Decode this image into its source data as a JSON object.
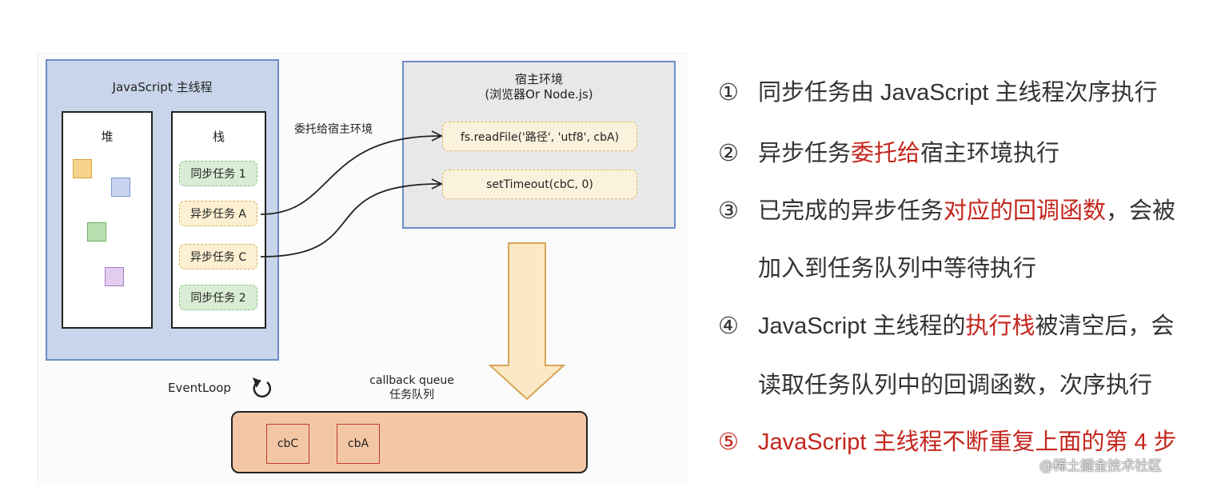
{
  "diagram": {
    "main_thread_title": "JavaScript 主线程",
    "heap_title": "堆",
    "stack_title": "栈",
    "stack_tasks": [
      "同步任务 1",
      "异步任务 A",
      "异步任务 C",
      "同步任务 2"
    ],
    "host_title_line1": "宿主环境",
    "host_title_line2": "(浏览器Or Node.js)",
    "host_items": [
      "fs.readFile('路径', 'utf8', cbA)",
      "setTimeout(cbC, 0)"
    ],
    "delegate_label": "委托给宿主环境",
    "queue_title_line1": "callback queue",
    "queue_title_line2": "任务队列",
    "queue_items": [
      "cbC",
      "cbA"
    ],
    "eventloop_label": "EventLoop",
    "heap_colors": [
      "#f5d38a",
      "#c7d4f0",
      "#b9dfb0",
      "#e3cdef"
    ],
    "colors": {
      "main_thread_bg": "#c9d5ea",
      "host_bg": "#e8e8e8",
      "queue_bg": "#f3c7a6",
      "arrow_fill": "#fbe8c4",
      "highlight_red": "#c4261d"
    }
  },
  "notes": [
    {
      "num": "①",
      "segments": [
        {
          "text": "同步任务由 JavaScript 主线程次序执行",
          "red": false
        }
      ]
    },
    {
      "num": "②",
      "segments": [
        {
          "text": "异步任务",
          "red": false
        },
        {
          "text": "委托给",
          "red": true
        },
        {
          "text": "宿主环境执行",
          "red": false
        }
      ]
    },
    {
      "num": "③",
      "segments": [
        {
          "text": "已完成的异步任务",
          "red": false
        },
        {
          "text": "对应的回调函数",
          "red": true
        },
        {
          "text": "，会被",
          "red": false
        }
      ]
    },
    {
      "num": "",
      "segments": [
        {
          "text": "加入到任务队列中等待执行",
          "red": false
        }
      ]
    },
    {
      "num": "④",
      "segments": [
        {
          "text": "JavaScript 主线程的",
          "red": false
        },
        {
          "text": "执行栈",
          "red": true
        },
        {
          "text": "被清空后，会",
          "red": false
        }
      ]
    },
    {
      "num": "",
      "segments": [
        {
          "text": "读取任务队列中的回调函数，次序执行",
          "red": false
        }
      ]
    },
    {
      "num": "⑤",
      "all_red": true,
      "segments": [
        {
          "text": "JavaScript 主线程不断重复上面的第 4 步",
          "red": true
        }
      ]
    }
  ],
  "watermark": "@稀土掘金技术社区"
}
